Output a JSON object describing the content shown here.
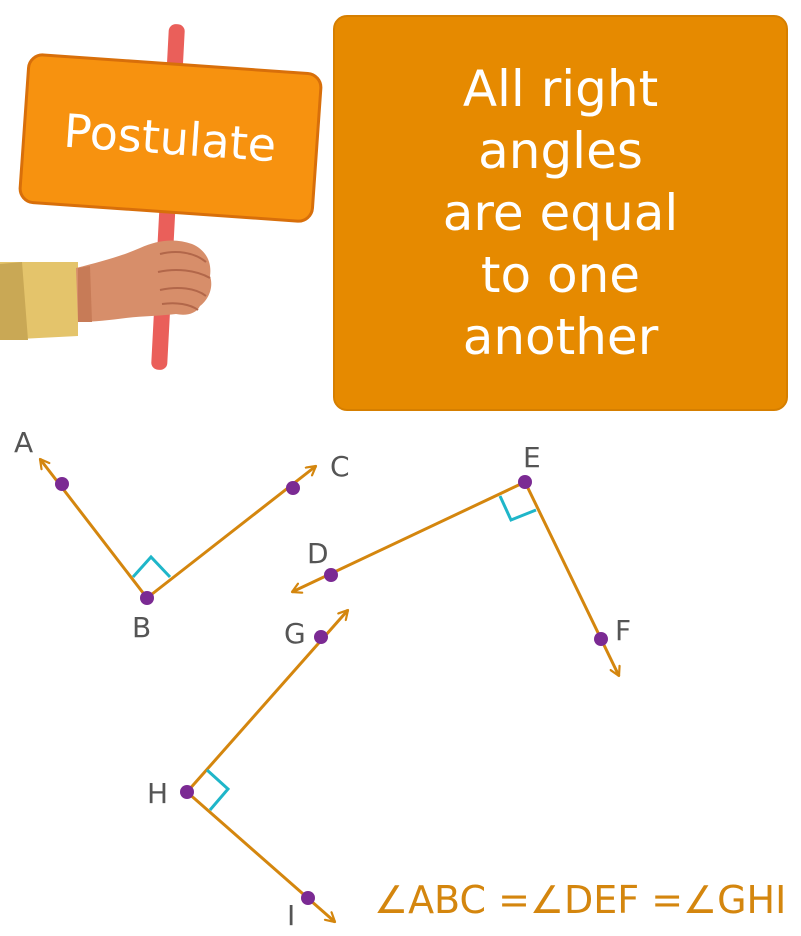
{
  "sign": {
    "label": "Postulate"
  },
  "statement": {
    "lines": [
      "All right",
      "angles",
      "are equal",
      "to one",
      "another"
    ]
  },
  "points": {
    "A": "A",
    "B": "B",
    "C": "C",
    "D": "D",
    "E": "E",
    "F": "F",
    "G": "G",
    "H": "H",
    "I": "I"
  },
  "equation": "∠ABC =∠DEF =∠GHI",
  "colors": {
    "ray": "#D4860E",
    "point": "#7B2A93",
    "right_angle_marker": "#1FB6C9",
    "box": "#E68A00",
    "sign": "#F7920F",
    "label": "#555555",
    "equation": "#D4860E"
  }
}
